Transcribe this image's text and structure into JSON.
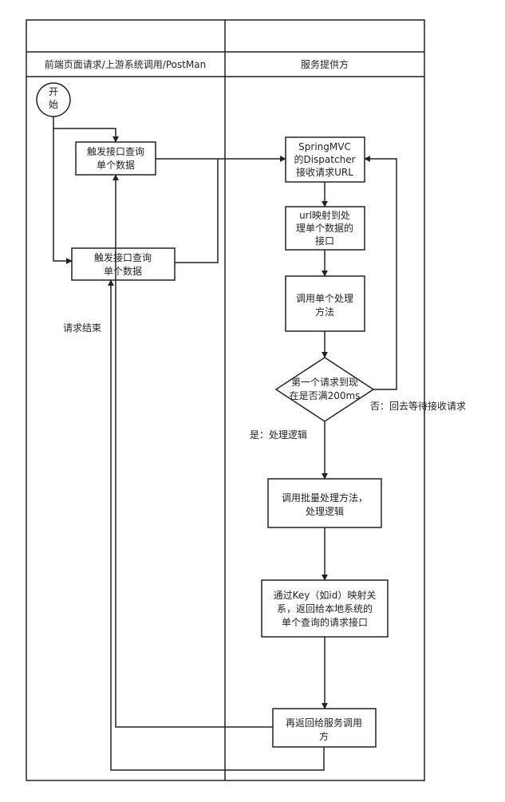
{
  "lanes": {
    "left_header": "前端页面请求/上游系统调用/PostMan",
    "right_header": "服务提供方"
  },
  "nodes": {
    "start": [
      "开",
      "始"
    ],
    "trigger_top": [
      "触发接口查询",
      "单个数据"
    ],
    "trigger_bottom": [
      "触发接口查询",
      "单个数据"
    ],
    "springmvc": [
      "SpringMVC",
      "的Dispatcher",
      "接收请求URL"
    ],
    "url_map": [
      "url映射到处",
      "理单个数据的",
      "接口"
    ],
    "call_single": [
      "调用单个处理",
      "方法"
    ],
    "decision": [
      "第一个请求到现",
      "在是否满200ms"
    ],
    "call_batch": [
      "调用批量处理方法，",
      "处理逻辑"
    ],
    "key_map": [
      "通过Key（如id）映射关",
      "系，返回给本地系统的",
      "单个查询的请求接口"
    ],
    "return_caller": [
      "再返回给服务调用",
      "方"
    ]
  },
  "labels": {
    "request_end": "请求结束",
    "no_branch": "否：回去等待接收请求",
    "yes_branch": "是：处理逻辑"
  }
}
